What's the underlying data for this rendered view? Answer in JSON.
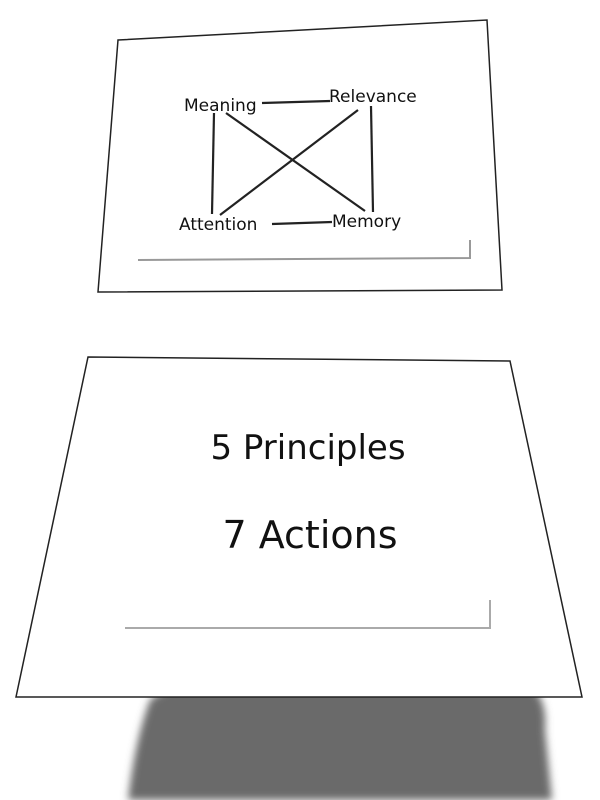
{
  "top_card": {
    "nodes": {
      "meaning": "Meaning",
      "relevance": "Relevance",
      "attention": "Attention",
      "memory": "Memory"
    }
  },
  "bottom_card": {
    "line1": "5 Principles",
    "line2": "7 Actions"
  }
}
